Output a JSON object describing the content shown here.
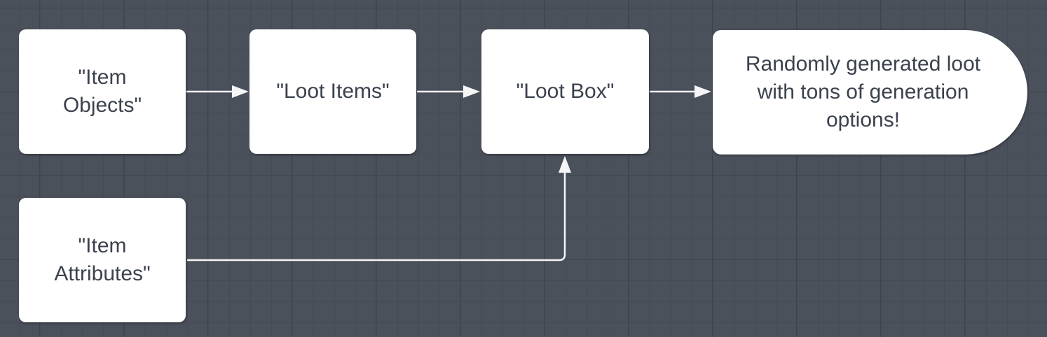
{
  "canvas": {
    "background_color": "#4b515b",
    "grid_minor_color": "#454b55",
    "grid_major_color": "#3e444e"
  },
  "colors": {
    "node_fill": "#ffffff",
    "node_text": "#3b424d",
    "connector": "#f5f5f5"
  },
  "nodes": {
    "item_objects": {
      "label": "\"Item\nObjects\""
    },
    "loot_items": {
      "label": "\"Loot Items\""
    },
    "loot_box": {
      "label": "\"Loot Box\""
    },
    "item_attributes": {
      "label": "\"Item\nAttributes\""
    },
    "result": {
      "label": "Randomly generated loot\nwith tons of generation\noptions!"
    }
  },
  "edges": [
    {
      "from": "item_objects",
      "to": "loot_items",
      "direction": "right"
    },
    {
      "from": "loot_items",
      "to": "loot_box",
      "direction": "right"
    },
    {
      "from": "loot_box",
      "to": "result",
      "direction": "right"
    },
    {
      "from": "item_attributes",
      "to": "loot_box",
      "direction": "right-then-up"
    }
  ]
}
